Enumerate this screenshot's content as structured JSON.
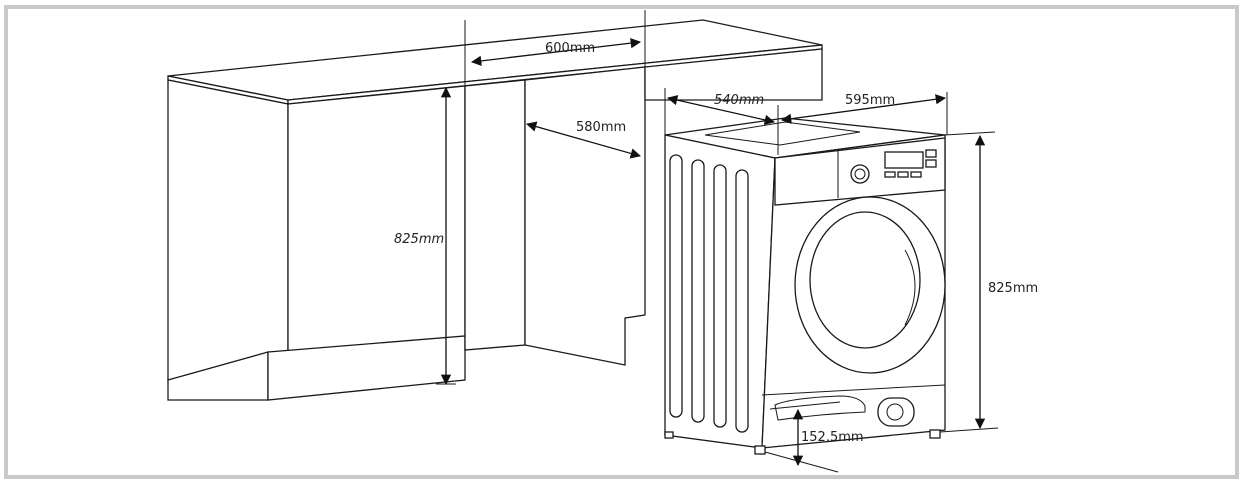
{
  "diagram": {
    "labels": {
      "cabinet_width": "600mm",
      "cabinet_depth": "580mm",
      "cabinet_height": "825mm",
      "machine_depth": "540mm",
      "machine_width": "595mm",
      "machine_height": "825mm",
      "plinth_height": "152.5mm"
    }
  }
}
